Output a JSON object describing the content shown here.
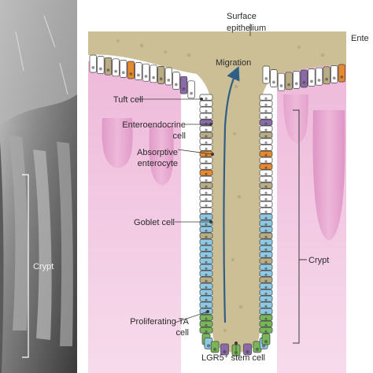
{
  "micrograph": {
    "crypt_label": "Crypt"
  },
  "diagram": {
    "labels": {
      "surface_epithelium_line1": "Surface",
      "surface_epithelium_line2": "epithelium",
      "migration": "Migration",
      "tuft_cell": "Tuft cell",
      "enteroendocrine_line1": "Enteroendocrine",
      "enteroendocrine_line2": "cell",
      "absorptive_line1": "Absorptive",
      "absorptive_line2": "enterocyte",
      "goblet_cell": "Goblet cell",
      "crypt": "Crypt",
      "proliferating_line1": "Proliferating TA",
      "proliferating_line2": "cell",
      "stem_cell": "LGR5⁺ stem cell",
      "cropped_right": "Ente"
    }
  },
  "colors": {
    "lumen": "#cdbf95",
    "villus_pink": "#e6a9cf",
    "enterocyte": "#ffffff",
    "goblet": "#b9ad86",
    "enteroendocrine": "#e58a2e",
    "tuft": "#8a6aa8",
    "ta_cell": "#8fc8e2",
    "stem_cell": "#79b65a",
    "arrow": "#2f5f86"
  }
}
